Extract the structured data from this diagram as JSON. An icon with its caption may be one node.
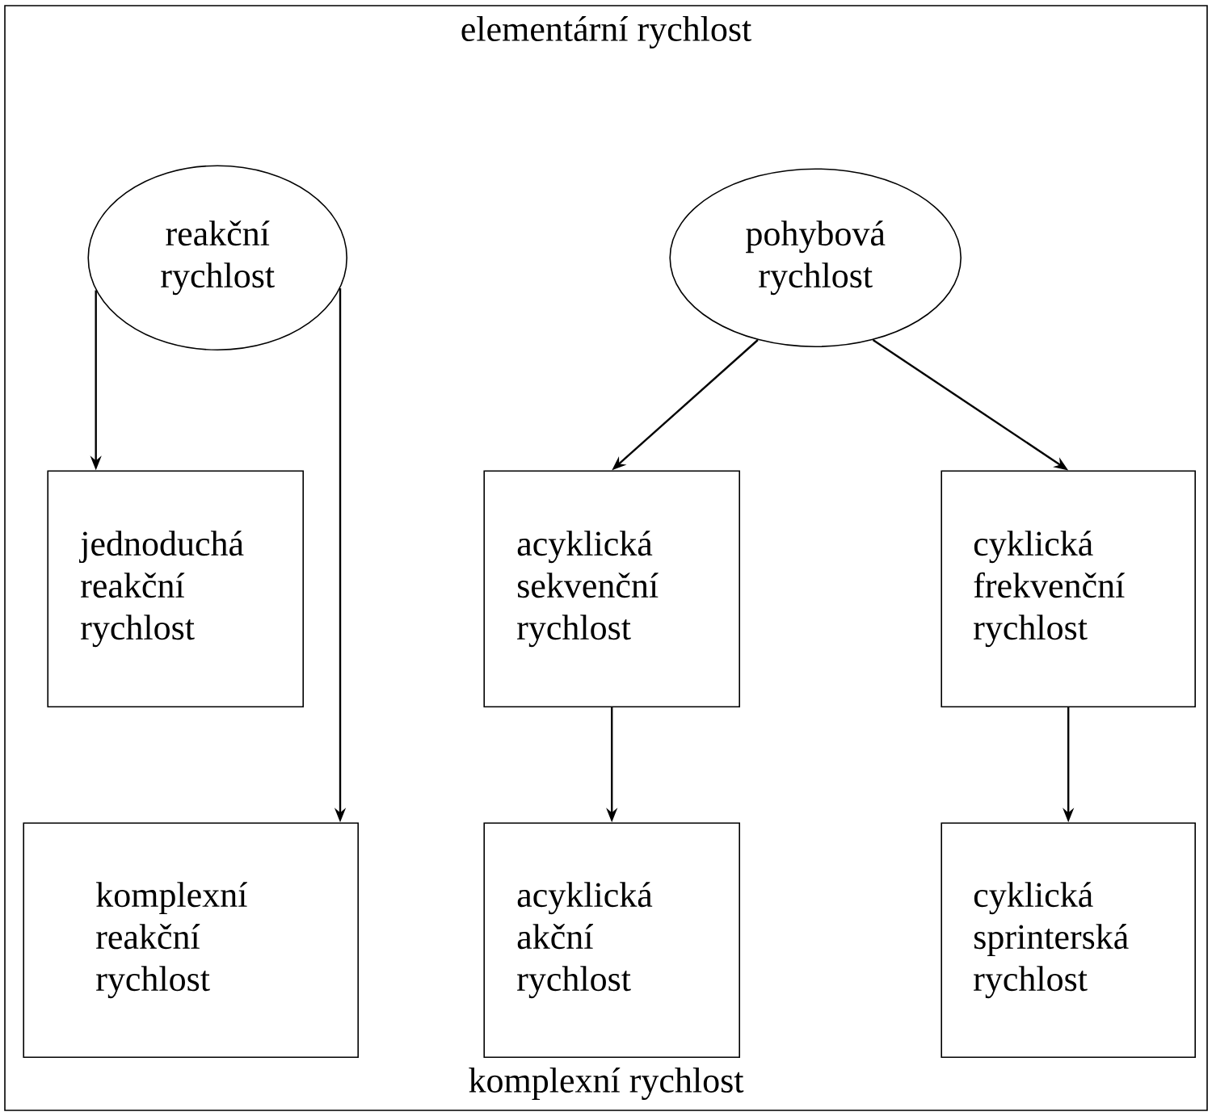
{
  "diagram": {
    "nodes": [
      {
        "text": [
          "elementární rychlost",
          "komplexní rychlost"
        ]
      },
      {
        "text": [
          "reakční rychlost"
        ],
        "in": 0
      },
      {
        "text": [
          "pohybová rychlost"
        ],
        "in": 0
      },
      {
        "text": [
          "jednoduchá reakční rychlost"
        ],
        "in": 0
      },
      {
        "text": [
          "acyklická sekvenční rychlost"
        ],
        "in": 0
      },
      {
        "text": [
          "cyklická frekvenční rychlost"
        ],
        "in": 0
      },
      {
        "text": [
          "komplexní reakční rychlost"
        ],
        "in": 0
      },
      {
        "text": [
          "acyklická akční rychlost"
        ],
        "in": 0
      },
      {
        "text": [
          "cyklická sprinterská rychlost"
        ],
        "in": 0
      }
    ],
    "edges": [
      {
        "from": 1,
        "to": 3,
        "arrow": "to"
      },
      {
        "from": 1,
        "to": 6,
        "arrow": "to"
      },
      {
        "from": 2,
        "to": 4,
        "arrow": "to"
      },
      {
        "from": 2,
        "to": 5,
        "arrow": "to"
      },
      {
        "from": 4,
        "to": 7,
        "arrow": "to"
      },
      {
        "from": 5,
        "to": 8,
        "arrow": "to"
      }
    ]
  }
}
